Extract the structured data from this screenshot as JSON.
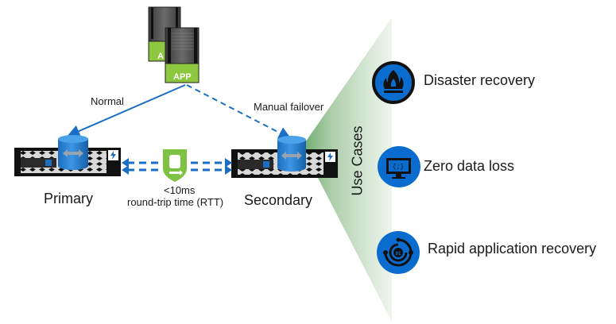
{
  "diagram": {
    "app_label": "APP",
    "app_label_back": "A",
    "links": {
      "normal": "Normal",
      "manual_failover": "Manual failover"
    },
    "nodes": {
      "primary": "Primary",
      "secondary": "Secondary"
    },
    "replication": {
      "latency": "<10ms",
      "latency_label": "round-trip time (RTT)"
    },
    "use_cases_title": "Use Cases",
    "use_cases": [
      {
        "label": "Disaster recovery",
        "icon": "fire-icon"
      },
      {
        "label": "Zero data loss",
        "icon": "monitor-code-icon"
      },
      {
        "label": "Rapid application recovery",
        "icon": "recovery-cycle-icon"
      }
    ],
    "colors": {
      "link_blue": "#1a6fc4",
      "app_green": "#8dc63f",
      "shield_green": "#7dc242",
      "icon_blue": "#0b6ccf",
      "triangle_green": "#c9dfc8"
    }
  }
}
